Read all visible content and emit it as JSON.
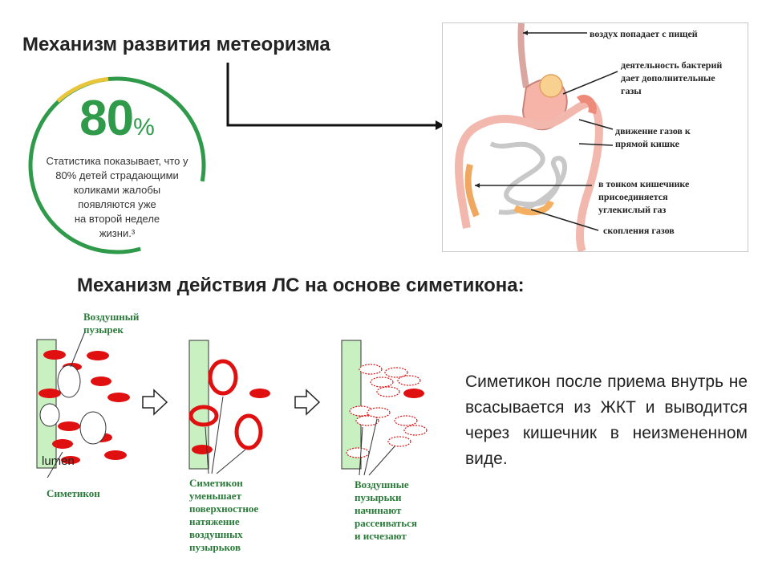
{
  "titles": {
    "mechanism_meteorism": "Механизм развития метеоризма",
    "mechanism_simethicone": "Механизм действия ЛС на основе симетикона:"
  },
  "stat": {
    "percent_number": "80",
    "percent_sign": "%",
    "text_lines": [
      "Статистика показывает, что у",
      "80% детей страдающими",
      "коликами жалобы",
      "появляются уже",
      "на второй неделе",
      "жизни.³"
    ]
  },
  "diagram_labels": {
    "air_food": "воздух попадает с пищей",
    "bacteria": [
      "деятельность бактерий",
      "дает дополнительные",
      "газы"
    ],
    "gas_movement": [
      "движение газов к",
      "прямой кишке"
    ],
    "small_intestine": [
      "в тонком кишечнике",
      "присоединяется",
      "углекислый газ"
    ],
    "gas_accumulation": "скопления газов"
  },
  "panel1": {
    "bubble_label": [
      "Воздушный",
      "пузырек"
    ],
    "lumen": "lumen",
    "simethicone": "Симетикон"
  },
  "panel2": {
    "caption": [
      "Симетикон",
      "уменьшает",
      "поверхностное",
      "натяжение",
      "воздушных",
      "пузырьков"
    ]
  },
  "panel3": {
    "caption": [
      "Воздушные",
      "пузырьки",
      "начинают",
      "рассеиваться",
      "и исчезают"
    ]
  },
  "description": "Симетикон после приема внутрь не всасывается из ЖКТ и выводится через кишечник в неизмененном виде.",
  "colors": {
    "green_ring": "#2e9a4a",
    "yellow_arc": "#e8c53a",
    "cell_red": "#e01010",
    "lumen_green": "#c8f0c0",
    "frame_gray": "#c8c8c8"
  }
}
